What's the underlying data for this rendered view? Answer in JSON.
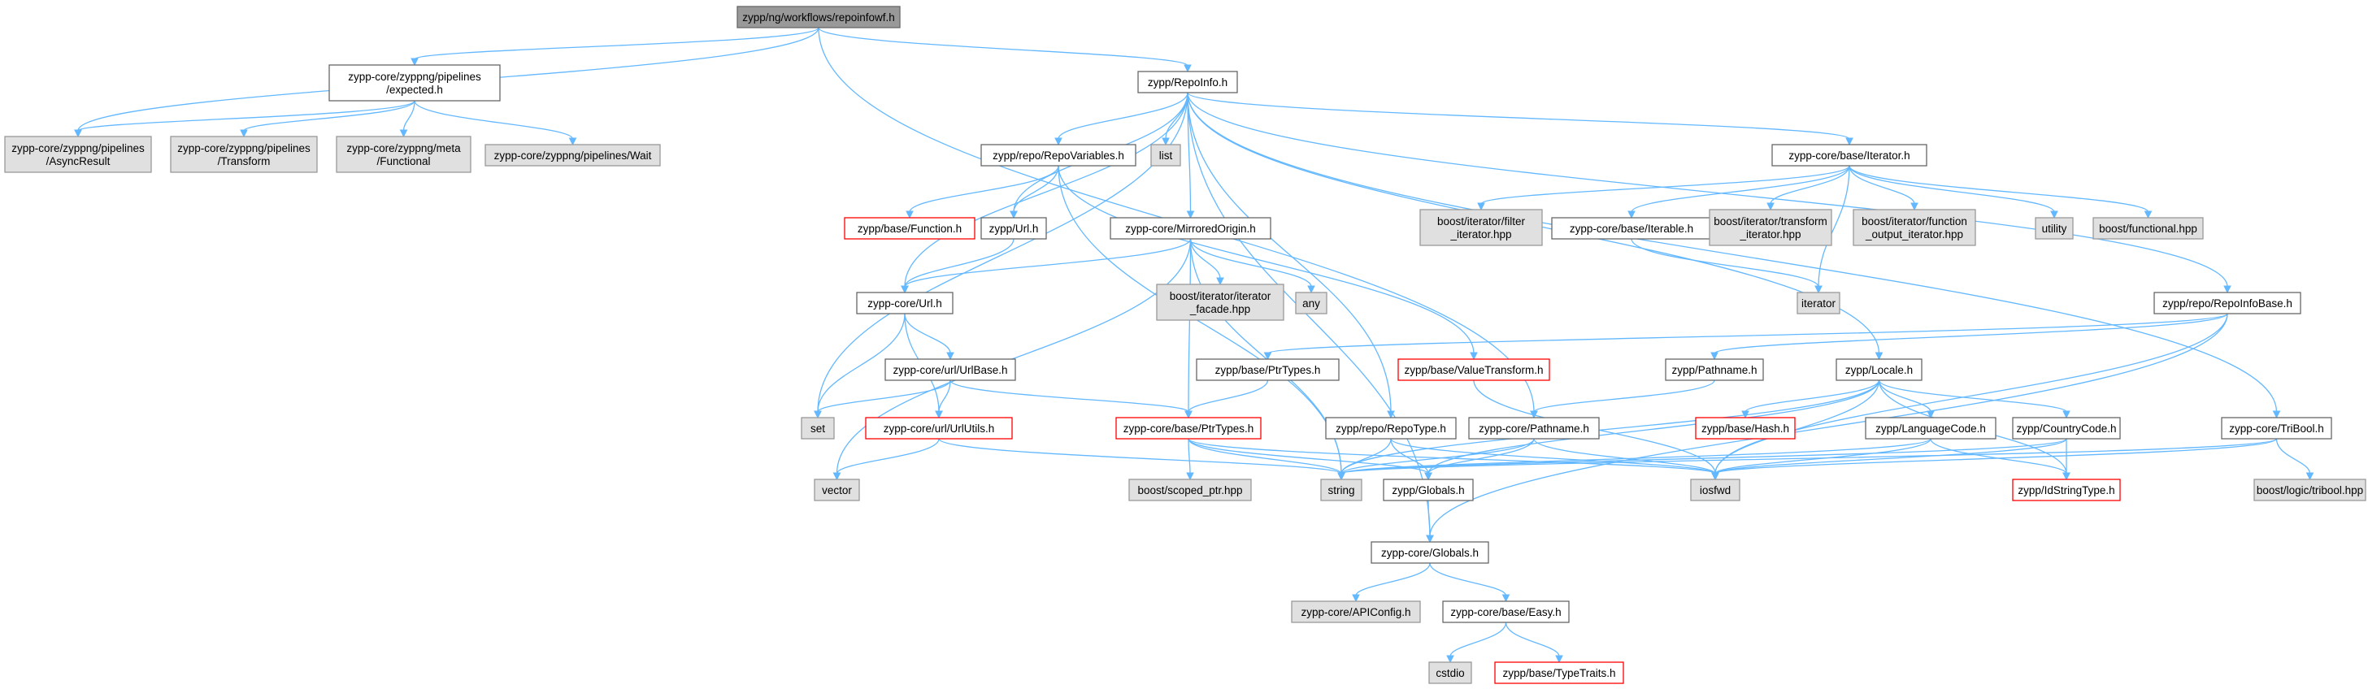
{
  "colors": {
    "background": "#ffffff",
    "edge": "#63b8ff",
    "root_fill": "#999999",
    "root_border": "#666666",
    "documented_fill": "#ffffff",
    "documented_border": "#666666",
    "undocumented_fill": "#e0e0e0",
    "undocumented_border": "#999999",
    "truncated_fill": "#ffffff",
    "truncated_border": "#ff0000"
  },
  "legend_note": "Node styles: root = gray filled; documented = white with gray border; external/system = light gray; truncated graph = white with red border",
  "nodes": [
    {
      "id": "n0",
      "style": "root",
      "lines": [
        "zypp/ng/workflows/repoinfowf.h"
      ]
    },
    {
      "id": "n1",
      "style": "documented",
      "lines": [
        "zypp-core/zyppng/pipelines",
        "/expected.h"
      ]
    },
    {
      "id": "n2",
      "style": "undocumented",
      "lines": [
        "zypp-core/zyppng/pipelines",
        "/AsyncResult"
      ]
    },
    {
      "id": "n3",
      "style": "undocumented",
      "lines": [
        "zypp-core/zyppng/pipelines",
        "/Transform"
      ]
    },
    {
      "id": "n4",
      "style": "undocumented",
      "lines": [
        "zypp-core/zyppng/meta",
        "/Functional"
      ]
    },
    {
      "id": "n5",
      "style": "undocumented",
      "lines": [
        "zypp-core/zyppng/pipelines/Wait"
      ]
    },
    {
      "id": "n6",
      "style": "documented",
      "lines": [
        "zypp/RepoInfo.h"
      ]
    },
    {
      "id": "n7",
      "style": "documented",
      "lines": [
        "zypp/repo/RepoVariables.h"
      ]
    },
    {
      "id": "n8",
      "style": "undocumented",
      "lines": [
        "list"
      ]
    },
    {
      "id": "n9",
      "style": "documented",
      "lines": [
        "zypp-core/base/Iterator.h"
      ]
    },
    {
      "id": "n10",
      "style": "truncated",
      "lines": [
        "zypp/base/Function.h"
      ]
    },
    {
      "id": "n11",
      "style": "documented",
      "lines": [
        "zypp/Url.h"
      ]
    },
    {
      "id": "n12",
      "style": "documented",
      "lines": [
        "zypp-core/MirroredOrigin.h"
      ]
    },
    {
      "id": "n13",
      "style": "undocumented",
      "lines": [
        "boost/iterator/filter",
        "_iterator.hpp"
      ]
    },
    {
      "id": "n14",
      "style": "documented",
      "lines": [
        "zypp-core/base/Iterable.h"
      ]
    },
    {
      "id": "n15",
      "style": "undocumented",
      "lines": [
        "boost/iterator/transform",
        "_iterator.hpp"
      ]
    },
    {
      "id": "n16",
      "style": "undocumented",
      "lines": [
        "boost/iterator/function",
        "_output_iterator.hpp"
      ]
    },
    {
      "id": "n17",
      "style": "undocumented",
      "lines": [
        "utility"
      ]
    },
    {
      "id": "n18",
      "style": "undocumented",
      "lines": [
        "boost/functional.hpp"
      ]
    },
    {
      "id": "n19",
      "style": "documented",
      "lines": [
        "zypp-core/Url.h"
      ]
    },
    {
      "id": "n20",
      "style": "undocumented",
      "lines": [
        "boost/iterator/iterator",
        "_facade.hpp"
      ]
    },
    {
      "id": "n21",
      "style": "undocumented",
      "lines": [
        "any"
      ]
    },
    {
      "id": "n22",
      "style": "undocumented",
      "lines": [
        "iterator"
      ]
    },
    {
      "id": "n23",
      "style": "documented",
      "lines": [
        "zypp/repo/RepoInfoBase.h"
      ]
    },
    {
      "id": "n24",
      "style": "documented",
      "lines": [
        "zypp-core/url/UrlBase.h"
      ]
    },
    {
      "id": "n25",
      "style": "documented",
      "lines": [
        "zypp/base/PtrTypes.h"
      ]
    },
    {
      "id": "n26",
      "style": "truncated",
      "lines": [
        "zypp/base/ValueTransform.h"
      ]
    },
    {
      "id": "n27",
      "style": "documented",
      "lines": [
        "zypp/Pathname.h"
      ]
    },
    {
      "id": "n28",
      "style": "documented",
      "lines": [
        "zypp/Locale.h"
      ]
    },
    {
      "id": "n29",
      "style": "undocumented",
      "lines": [
        "set"
      ]
    },
    {
      "id": "n30",
      "style": "truncated",
      "lines": [
        "zypp-core/url/UrlUtils.h"
      ]
    },
    {
      "id": "n31",
      "style": "truncated",
      "lines": [
        "zypp-core/base/PtrTypes.h"
      ]
    },
    {
      "id": "n32",
      "style": "documented",
      "lines": [
        "zypp/repo/RepoType.h"
      ]
    },
    {
      "id": "n33",
      "style": "documented",
      "lines": [
        "zypp-core/Pathname.h"
      ]
    },
    {
      "id": "n34",
      "style": "truncated",
      "lines": [
        "zypp/base/Hash.h"
      ]
    },
    {
      "id": "n35",
      "style": "documented",
      "lines": [
        "zypp/LanguageCode.h"
      ]
    },
    {
      "id": "n36",
      "style": "documented",
      "lines": [
        "zypp/CountryCode.h"
      ]
    },
    {
      "id": "n37",
      "style": "documented",
      "lines": [
        "zypp-core/TriBool.h"
      ]
    },
    {
      "id": "n38",
      "style": "undocumented",
      "lines": [
        "vector"
      ]
    },
    {
      "id": "n39",
      "style": "undocumented",
      "lines": [
        "boost/scoped_ptr.hpp"
      ]
    },
    {
      "id": "n40",
      "style": "undocumented",
      "lines": [
        "string"
      ]
    },
    {
      "id": "n41",
      "style": "documented",
      "lines": [
        "zypp/Globals.h"
      ]
    },
    {
      "id": "n42",
      "style": "undocumented",
      "lines": [
        "iosfwd"
      ]
    },
    {
      "id": "n43",
      "style": "truncated",
      "lines": [
        "zypp/IdStringType.h"
      ]
    },
    {
      "id": "n44",
      "style": "undocumented",
      "lines": [
        "boost/logic/tribool.hpp"
      ]
    },
    {
      "id": "n45",
      "style": "documented",
      "lines": [
        "zypp-core/Globals.h"
      ]
    },
    {
      "id": "n46",
      "style": "undocumented",
      "lines": [
        "zypp-core/APIConfig.h"
      ]
    },
    {
      "id": "n47",
      "style": "documented",
      "lines": [
        "zypp-core/base/Easy.h"
      ]
    },
    {
      "id": "n48",
      "style": "undocumented",
      "lines": [
        "cstdio"
      ]
    },
    {
      "id": "n49",
      "style": "truncated",
      "lines": [
        "zypp/base/TypeTraits.h"
      ]
    }
  ],
  "edges": [
    [
      "n0",
      "n1"
    ],
    [
      "n0",
      "n2"
    ],
    [
      "n0",
      "n6"
    ],
    [
      "n0",
      "n33"
    ],
    [
      "n1",
      "n2"
    ],
    [
      "n1",
      "n3"
    ],
    [
      "n1",
      "n4"
    ],
    [
      "n1",
      "n5"
    ],
    [
      "n6",
      "n7"
    ],
    [
      "n6",
      "n8"
    ],
    [
      "n6",
      "n9"
    ],
    [
      "n6",
      "n11"
    ],
    [
      "n6",
      "n12"
    ],
    [
      "n6",
      "n19"
    ],
    [
      "n6",
      "n23"
    ],
    [
      "n6",
      "n28"
    ],
    [
      "n6",
      "n29"
    ],
    [
      "n6",
      "n32"
    ],
    [
      "n6",
      "n37"
    ],
    [
      "n6",
      "n45"
    ],
    [
      "n7",
      "n10"
    ],
    [
      "n7",
      "n11"
    ],
    [
      "n7",
      "n26"
    ],
    [
      "n7",
      "n40"
    ],
    [
      "n9",
      "n13"
    ],
    [
      "n9",
      "n14"
    ],
    [
      "n9",
      "n15"
    ],
    [
      "n9",
      "n16"
    ],
    [
      "n9",
      "n17"
    ],
    [
      "n9",
      "n18"
    ],
    [
      "n9",
      "n22"
    ],
    [
      "n14",
      "n22"
    ],
    [
      "n11",
      "n19"
    ],
    [
      "n12",
      "n19"
    ],
    [
      "n12",
      "n20"
    ],
    [
      "n12",
      "n21"
    ],
    [
      "n12",
      "n31"
    ],
    [
      "n12",
      "n38"
    ],
    [
      "n12",
      "n40"
    ],
    [
      "n19",
      "n24"
    ],
    [
      "n19",
      "n29"
    ],
    [
      "n19",
      "n30"
    ],
    [
      "n24",
      "n29"
    ],
    [
      "n24",
      "n30"
    ],
    [
      "n24",
      "n31"
    ],
    [
      "n30",
      "n38"
    ],
    [
      "n30",
      "n40"
    ],
    [
      "n25",
      "n31"
    ],
    [
      "n31",
      "n39"
    ],
    [
      "n31",
      "n40"
    ],
    [
      "n31",
      "n41"
    ],
    [
      "n31",
      "n42"
    ],
    [
      "n23",
      "n25"
    ],
    [
      "n23",
      "n27"
    ],
    [
      "n23",
      "n42"
    ],
    [
      "n23",
      "n45"
    ],
    [
      "n26",
      "n42"
    ],
    [
      "n27",
      "n33"
    ],
    [
      "n33",
      "n40"
    ],
    [
      "n33",
      "n41"
    ],
    [
      "n33",
      "n42"
    ],
    [
      "n28",
      "n34"
    ],
    [
      "n28",
      "n35"
    ],
    [
      "n28",
      "n36"
    ],
    [
      "n28",
      "n40"
    ],
    [
      "n28",
      "n41"
    ],
    [
      "n28",
      "n42"
    ],
    [
      "n28",
      "n43"
    ],
    [
      "n32",
      "n40"
    ],
    [
      "n32",
      "n41"
    ],
    [
      "n32",
      "n42"
    ],
    [
      "n35",
      "n40"
    ],
    [
      "n35",
      "n42"
    ],
    [
      "n35",
      "n43"
    ],
    [
      "n36",
      "n40"
    ],
    [
      "n36",
      "n42"
    ],
    [
      "n36",
      "n43"
    ],
    [
      "n37",
      "n40"
    ],
    [
      "n37",
      "n42"
    ],
    [
      "n37",
      "n44"
    ],
    [
      "n41",
      "n45"
    ],
    [
      "n45",
      "n46"
    ],
    [
      "n45",
      "n47"
    ],
    [
      "n47",
      "n48"
    ],
    [
      "n47",
      "n49"
    ]
  ]
}
